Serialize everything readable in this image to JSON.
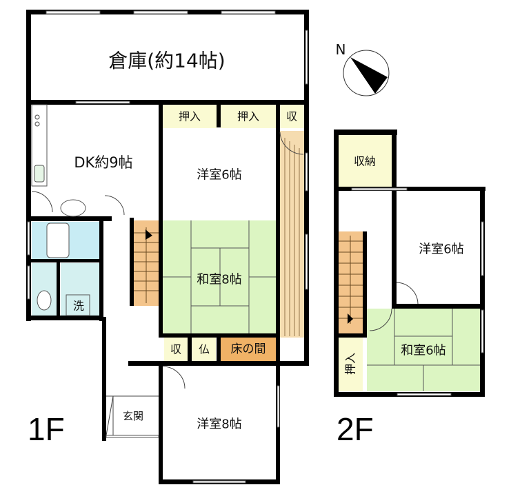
{
  "floors": [
    {
      "label": "1F",
      "rooms": {
        "storage_warehouse": "倉庫(約14帖)",
        "dk": "DK約9帖",
        "western_6": "洋室6帖",
        "japanese_8": "和室8帖",
        "western_8": "洋室8帖",
        "closet_oshiire_1": "押入",
        "closet_oshiire_2": "押入",
        "closet_shu_top": "収",
        "closet_shu_bottom": "収",
        "butsuma": "仏",
        "tokonoma": "床の間",
        "entrance": "玄関",
        "laundry": "洗"
      }
    },
    {
      "label": "2F",
      "rooms": {
        "storage": "収納",
        "western_6": "洋室6帖",
        "japanese_6": "和室6帖",
        "closet_oshiire": "押入"
      }
    }
  ],
  "compass": {
    "label": "N"
  },
  "colors": {
    "wall": "#000000",
    "closet": "#fafad2",
    "tatami": "#dcf5c2",
    "stairs": "#f3c48b",
    "tokonoma": "#f0b266",
    "bath": "#c8ecf4",
    "veranda": "#f5dcb0"
  }
}
